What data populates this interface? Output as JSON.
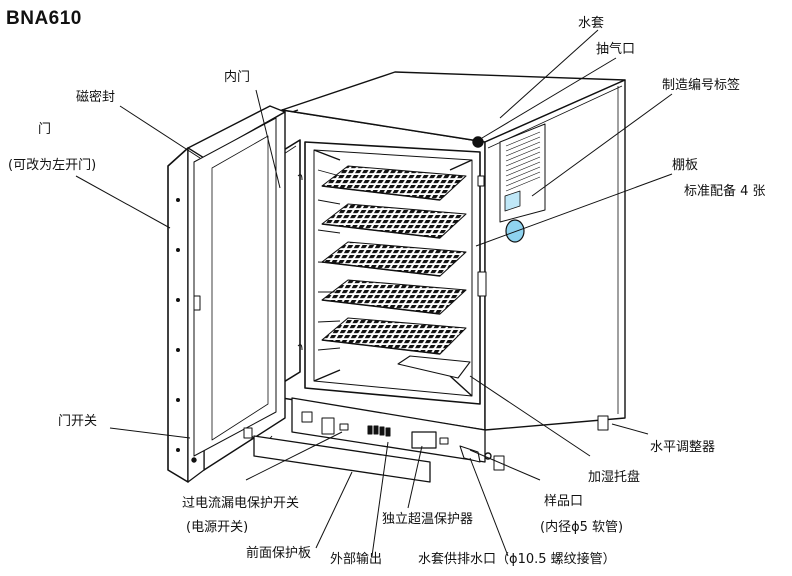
{
  "title": "BNA610",
  "labels": {
    "water_jacket": "水套",
    "vent": "抽气口",
    "inner_door": "内门",
    "magnetic_seal": "磁密封",
    "door": "门",
    "door_note": "(可改为左开门)",
    "serial_label": "制造编号标签",
    "shelf": "棚板",
    "shelf_note": "标准配备 4 张",
    "door_switch": "门开关",
    "leveling": "水平调整器",
    "humidify_tray": "加湿托盘",
    "breaker": "过电流漏电保护开关",
    "breaker_note": "(电源开关)",
    "sample_port": "样品口",
    "sample_port_note": "(内径ϕ5 软管)",
    "overtemp": "独立超温保护器",
    "front_guard": "前面保护板",
    "ext_output": "外部输出",
    "water_port": "水套供排水口（ϕ10.5 螺纹接管）"
  }
}
